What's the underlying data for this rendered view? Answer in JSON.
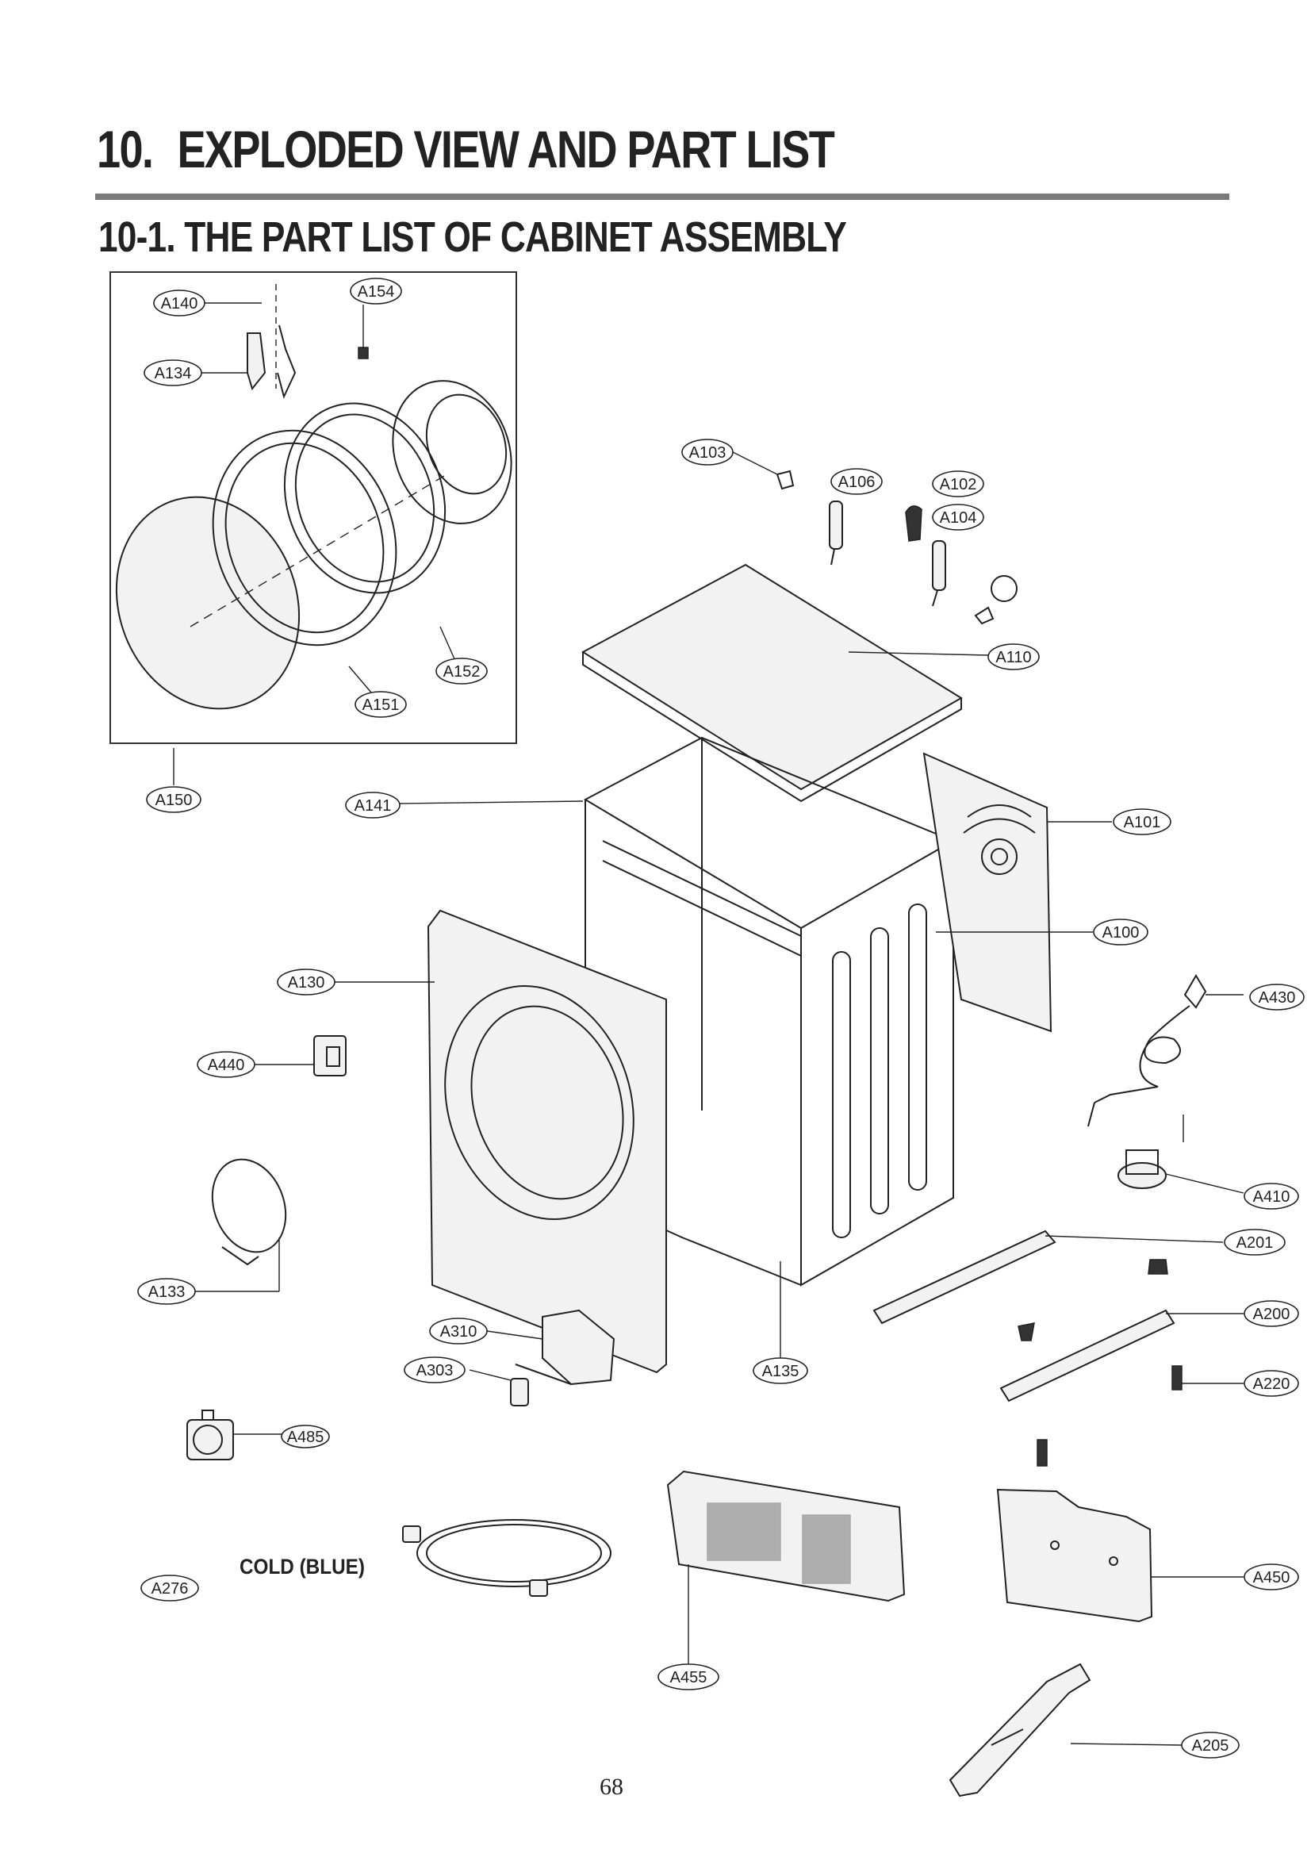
{
  "header": {
    "section_number": "10.",
    "section_title": "EXPLODED VIEW AND PART LIST",
    "subsection_title": "10-1. THE PART LIST OF CABINET ASSEMBLY"
  },
  "labels": {
    "A140": "A140",
    "A154": "A154",
    "A134": "A134",
    "A152": "A152",
    "A151": "A151",
    "A150": "A150",
    "A141": "A141",
    "A103": "A103",
    "A106": "A106",
    "A102": "A102",
    "A104": "A104",
    "A110": "A110",
    "A101": "A101",
    "A100": "A100",
    "A430": "A430",
    "A130": "A130",
    "A440": "A440",
    "A410": "A410",
    "A201": "A201",
    "A200": "A200",
    "A220": "A220",
    "A133": "A133",
    "A310": "A310",
    "A303": "A303",
    "A135": "A135",
    "A485": "A485",
    "A276": "A276",
    "A450": "A450",
    "A455": "A455",
    "A205": "A205"
  },
  "hose_note": "COLD (BLUE)",
  "page_number": "68"
}
